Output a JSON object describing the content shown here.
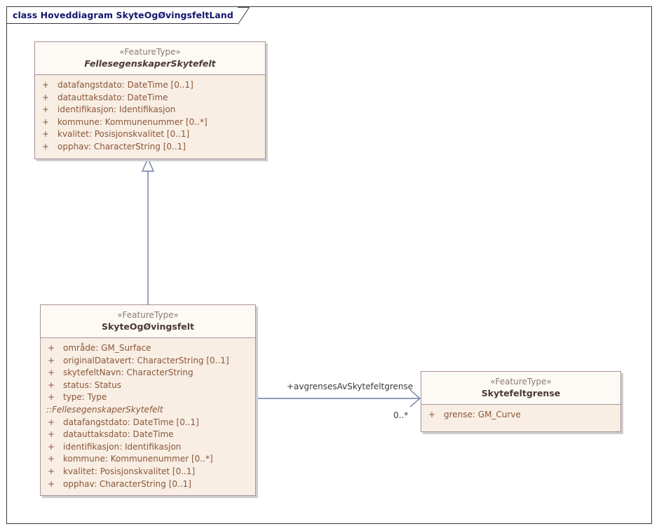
{
  "diagram": {
    "title": "class Hoveddiagram SkyteOgØvingsfeltLand",
    "background_color": "#ffffff",
    "frame_border_color": "#3a3a3a",
    "title_color": "#16166e"
  },
  "style": {
    "class_border_color": "#a9909a",
    "class_header_bg": "#fdf9f5",
    "class_body_bg": "#f8eee4",
    "attribute_text_color": "#8a5638",
    "stereotype_color": "#8a7a72",
    "classname_color": "#4a3a34",
    "connector_color": "#6b7fa8",
    "shadow_color": "#cfcfcf"
  },
  "classes": [
    {
      "id": "fellesegenskaper",
      "stereotype": "«FeatureType»",
      "name": "FellesegenskaperSkytefelt",
      "abstract": true,
      "attributes": [
        {
          "visibility": "+",
          "signature": "datafangstdato: DateTime [0..1]"
        },
        {
          "visibility": "+",
          "signature": "datauttaksdato: DateTime"
        },
        {
          "visibility": "+",
          "signature": "identifikasjon: Identifikasjon"
        },
        {
          "visibility": "+",
          "signature": "kommune: Kommunenummer [0..*]"
        },
        {
          "visibility": "+",
          "signature": "kvalitet: Posisjonskvalitet [0..1]"
        },
        {
          "visibility": "+",
          "signature": "opphav: CharacterString [0..1]"
        }
      ]
    },
    {
      "id": "skyteogovingsfelt",
      "stereotype": "«FeatureType»",
      "name": "SkyteOgØvingsfelt",
      "abstract": false,
      "attributes": [
        {
          "visibility": "+",
          "signature": "område: GM_Surface"
        },
        {
          "visibility": "+",
          "signature": "originalDatavert: CharacterString [0..1]"
        },
        {
          "visibility": "+",
          "signature": "skytefeltNavn: CharacterString"
        },
        {
          "visibility": "+",
          "signature": "status: Status"
        },
        {
          "visibility": "+",
          "signature": "type: Type"
        }
      ],
      "inherited_group": {
        "label": "::FellesegenskaperSkytefelt",
        "attributes": [
          {
            "visibility": "+",
            "signature": "datafangstdato: DateTime [0..1]"
          },
          {
            "visibility": "+",
            "signature": "datauttaksdato: DateTime"
          },
          {
            "visibility": "+",
            "signature": "identifikasjon: Identifikasjon"
          },
          {
            "visibility": "+",
            "signature": "kommune: Kommunenummer [0..*]"
          },
          {
            "visibility": "+",
            "signature": "kvalitet: Posisjonskvalitet [0..1]"
          },
          {
            "visibility": "+",
            "signature": "opphav: CharacterString [0..1]"
          }
        ]
      }
    },
    {
      "id": "skytefeltgrense",
      "stereotype": "«FeatureType»",
      "name": "Skytefeltgrense",
      "abstract": false,
      "attributes": [
        {
          "visibility": "+",
          "signature": "grense: GM_Curve"
        }
      ]
    }
  ],
  "connectors": [
    {
      "id": "generalization",
      "type": "generalization",
      "from": "SkyteOgØvingsfelt",
      "to": "FellesegenskaperSkytefelt"
    },
    {
      "id": "association",
      "type": "association",
      "from": "SkyteOgØvingsfelt",
      "to": "Skytefeltgrense",
      "role_label": "+avgrensesAvSkytefeltgrense",
      "target_multiplicity": "0..*"
    }
  ]
}
